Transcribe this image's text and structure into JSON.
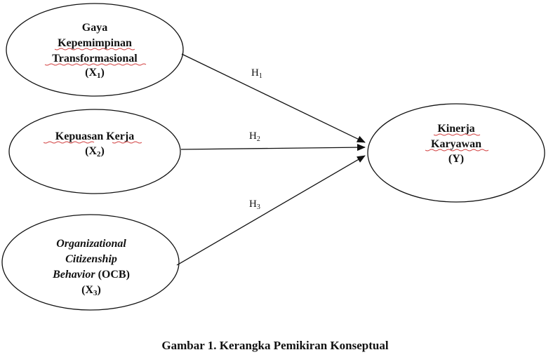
{
  "nodes": {
    "x1": {
      "lines": [
        "Gaya",
        "Kepemimpinan",
        "Transformasional"
      ],
      "var_letter": "X",
      "var_sub": "1"
    },
    "x2": {
      "lines": [
        "Kepuasan Kerja"
      ],
      "var_letter": "X",
      "var_sub": "2"
    },
    "x3": {
      "lines_italic": [
        "Organizational",
        "Citizenship",
        "Behavior"
      ],
      "suffix": " (OCB)",
      "var_letter": "X",
      "var_sub": "3"
    },
    "y": {
      "lines": [
        "Kinerja",
        "Karyawan"
      ],
      "var_label": "(Y)"
    }
  },
  "hypotheses": [
    {
      "letter": "H",
      "sub": "1"
    },
    {
      "letter": "H",
      "sub": "2"
    },
    {
      "letter": "H",
      "sub": "3"
    }
  ],
  "caption": "Gambar 1. Kerangka Pemikiran Konseptual"
}
